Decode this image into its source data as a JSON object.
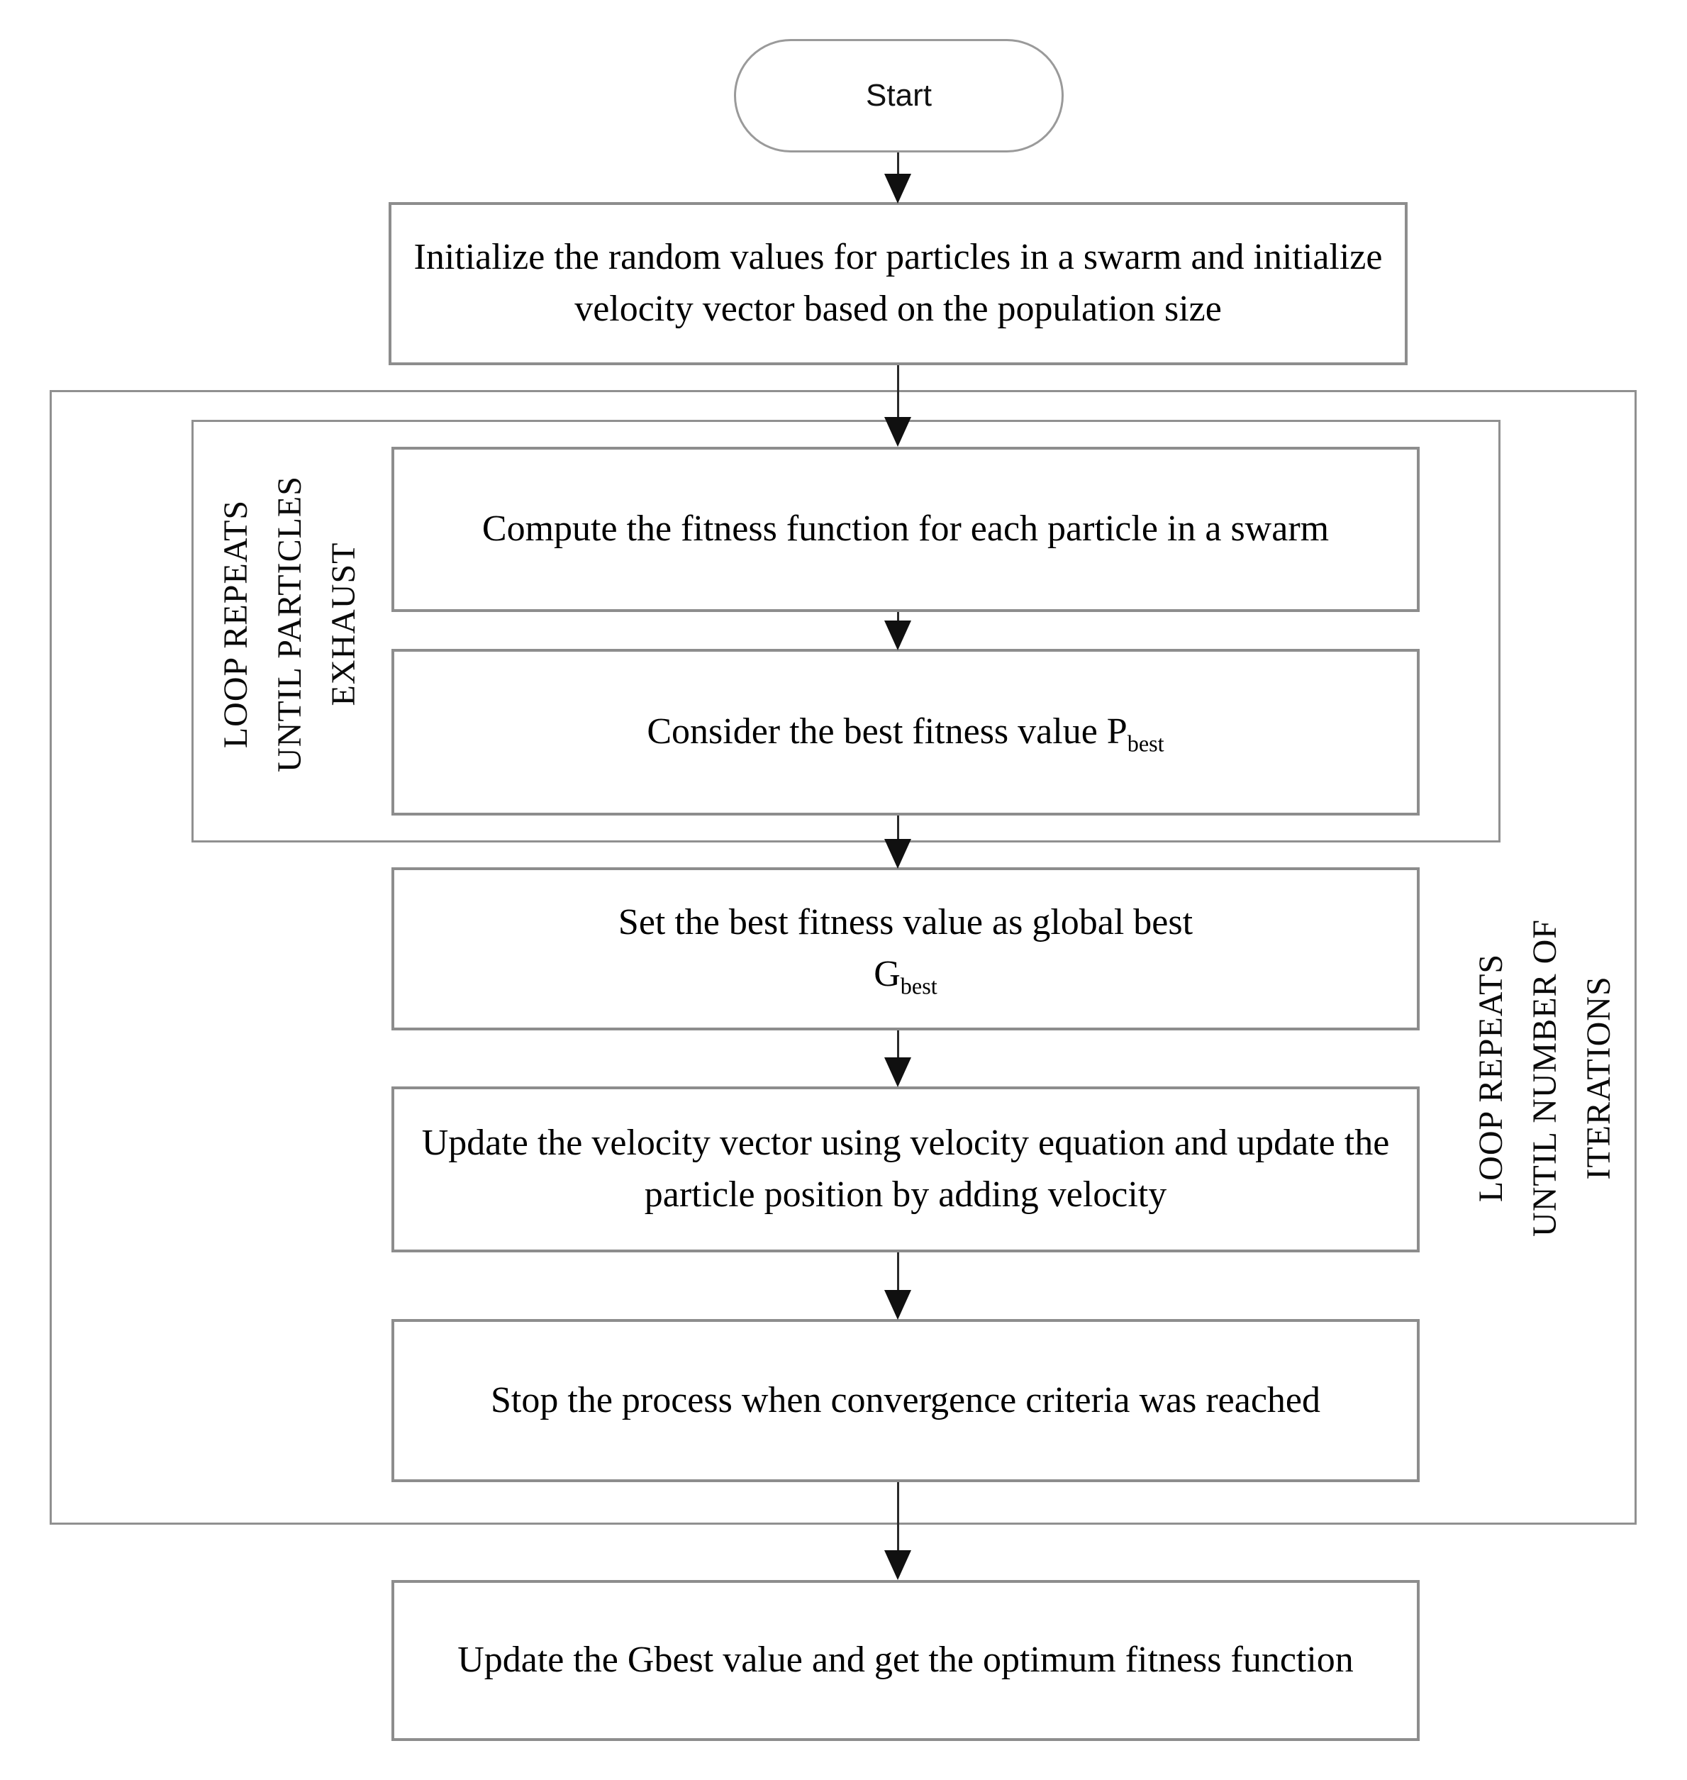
{
  "flowchart": {
    "start": {
      "label": "Start"
    },
    "boxes": {
      "initialize": {
        "label": "Initialize the random values for particles in a swarm and initialize velocity vector based on the population  size"
      },
      "compute": {
        "label": "Compute the fitness function for each particle in a swarm"
      },
      "consider": {
        "prefix": "Consider the best fitness value P",
        "subscript": "best"
      },
      "set_global_best": {
        "line1": "Set the best fitness value as global best",
        "symbol": "G",
        "subscript": "best"
      },
      "update_velocity": {
        "label": "Update the velocity vector using velocity equation and update the particle position by adding velocity"
      },
      "stop": {
        "label": "Stop the process when convergence criteria was reached"
      },
      "final": {
        "label": "Update the Gbest value and get the optimum fitness function"
      }
    },
    "loops": {
      "inner": {
        "lines": [
          "LOOP REPEATS",
          "UNTIL PARTICLES",
          "EXHAUST"
        ]
      },
      "outer": {
        "lines": [
          "LOOP REPEATS",
          "UNTIL NUMBER OF",
          "ITERATIONS"
        ]
      }
    },
    "colors": {
      "box_border": "#8d8d8d",
      "frame_border": "#909090",
      "arrow": "#101010",
      "text": "#000000",
      "background": "#ffffff"
    }
  }
}
